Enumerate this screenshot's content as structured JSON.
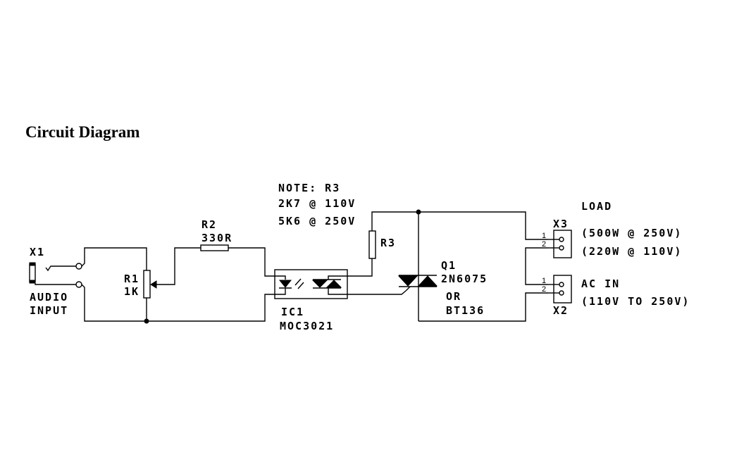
{
  "title": "Circuit Diagram",
  "note": {
    "line1": "NOTE: R3",
    "line2": "2K7 @ 110V",
    "line3": "5K6 @ 250V"
  },
  "components": {
    "x1": {
      "ref": "X1",
      "name_line1": "AUDIO",
      "name_line2": "INPUT"
    },
    "r1": {
      "ref": "R1",
      "value": "1K"
    },
    "r2": {
      "ref": "R2",
      "value": "330R"
    },
    "r3": {
      "ref": "R3"
    },
    "ic1": {
      "ref": "IC1",
      "part": "MOC3021"
    },
    "q1": {
      "ref": "Q1",
      "part": "2N6075",
      "alt_word": "OR",
      "alt_part": "BT136"
    },
    "x3": {
      "ref": "X3",
      "label": "LOAD",
      "rating1": "(500W @ 250V)",
      "rating2": "(220W @ 110V)",
      "pin1": "1",
      "pin2": "2"
    },
    "x2": {
      "ref": "X2",
      "label": "AC IN",
      "range": "(110V TO 250V)",
      "pin1": "1",
      "pin2": "2"
    }
  }
}
